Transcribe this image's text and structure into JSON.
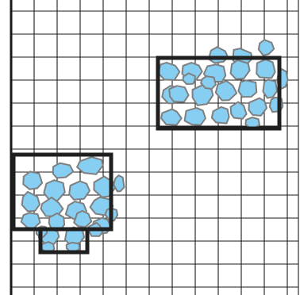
{
  "colors": {
    "background": "#ffffff",
    "grid_line": "#1a1a1a",
    "frame": "#1f1f1f",
    "tile_fill": "#86cff2",
    "tile_stroke": "#7f7f7f"
  },
  "grid": {
    "columns": 13,
    "rows": 13
  },
  "blobs": [
    {
      "name": "upper-right",
      "tile_count": 24
    },
    {
      "name": "lower-left",
      "tile_count": 22
    }
  ]
}
